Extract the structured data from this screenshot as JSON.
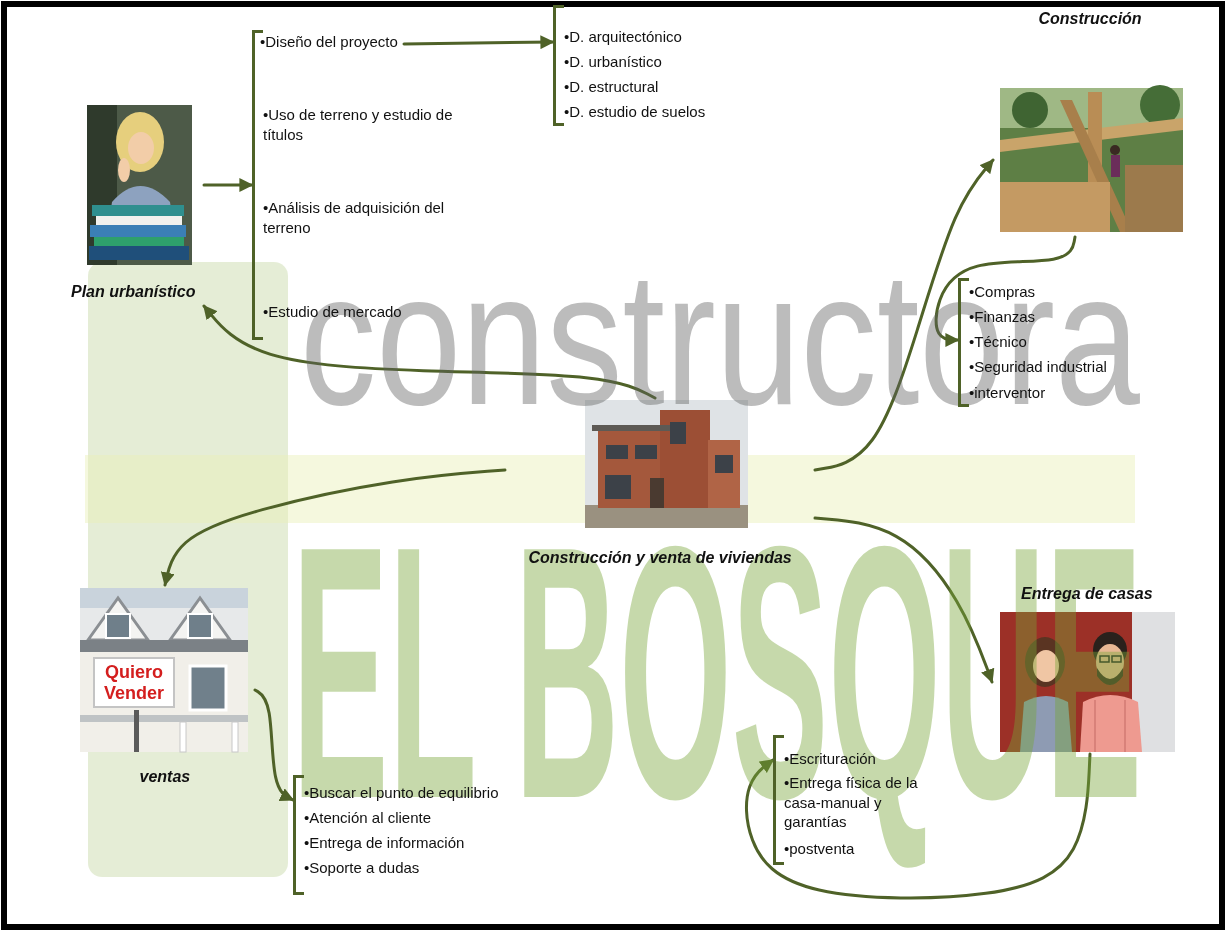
{
  "diagram": {
    "nodes": [
      {
        "text": [
          "Plan urbanístico"
        ]
      },
      {
        "text": [
          "•Uso de terreno y estudio de títulos",
          "•Análisis de adquisición del terreno",
          "•Estudio de mercado"
        ]
      },
      {
        "text": [
          "•Diseño del proyecto"
        ],
        "in": 1
      },
      {
        "text": [
          "•D. arquitectónico",
          "•D. urbanístico",
          "•D. estructural",
          "•D. estudio de suelos"
        ]
      },
      {
        "text": [
          "Construcción"
        ]
      },
      {
        "text": [
          "•Compras",
          "•Finanzas",
          "•Técnico",
          "•Seguridad industrial",
          "•interventor"
        ]
      },
      {
        "text": [
          "Construcción y venta de viviendas"
        ]
      },
      {
        "text": [
          "Quiero Vender",
          "ventas"
        ]
      },
      {
        "text": [
          "•Buscar el punto de equilibrio",
          "•Atención al cliente",
          "•Entrega de información",
          "•Soporte a dudas"
        ]
      },
      {
        "text": [
          "Entrega de casas"
        ]
      },
      {
        "text": [
          "•Escrituración",
          "•Entrega física de la casa-manual y garantías",
          "•postventa"
        ]
      }
    ],
    "edges": [
      {
        "from": 6,
        "to": 0,
        "arrow": "to"
      },
      {
        "from": 0,
        "to": 1,
        "arrow": "to"
      },
      {
        "from": 2,
        "to": 3,
        "arrow": "to"
      },
      {
        "from": 6,
        "to": 4,
        "arrow": "to"
      },
      {
        "from": 4,
        "to": 5,
        "arrow": "to"
      },
      {
        "from": 6,
        "to": 7,
        "arrow": "to"
      },
      {
        "from": 7,
        "to": 8,
        "arrow": "to"
      },
      {
        "from": 6,
        "to": 9,
        "arrow": "to"
      },
      {
        "from": 9,
        "to": 10,
        "arrow": "to"
      }
    ],
    "labels": [
      "constructora",
      "EL BOSQUE"
    ]
  }
}
